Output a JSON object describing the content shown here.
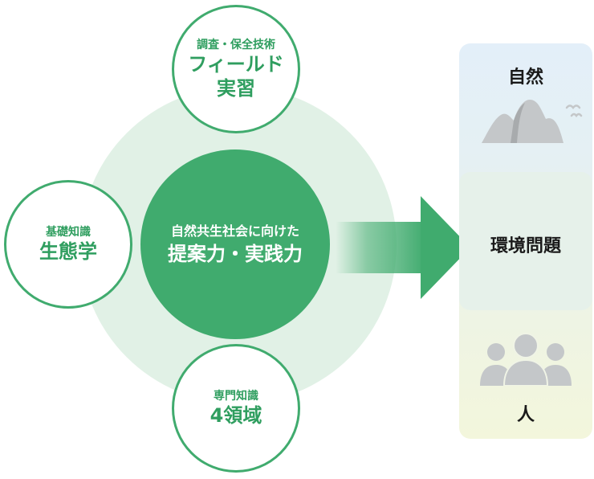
{
  "center": {
    "line1": "自然共生社会に向けた",
    "line2": "提案力・実践力"
  },
  "nodes": {
    "top": {
      "small": "調査・保全技術",
      "big1": "フィールド",
      "big2": "実習"
    },
    "left": {
      "small": "基礎知識",
      "big": "生態学"
    },
    "bottom": {
      "small": "専門知識",
      "big": "4領域"
    }
  },
  "panel": {
    "nature": {
      "label": "自然",
      "icon": "mountain-icon"
    },
    "issue": {
      "label": "環境問題"
    },
    "people": {
      "label": "人",
      "icon": "people-icon"
    }
  },
  "colors": {
    "accent": "#40ab6e",
    "accent_text": "#2f9e5f",
    "pale_disc": "#e1f1e6",
    "icon_gray": "#c4c7c9"
  }
}
